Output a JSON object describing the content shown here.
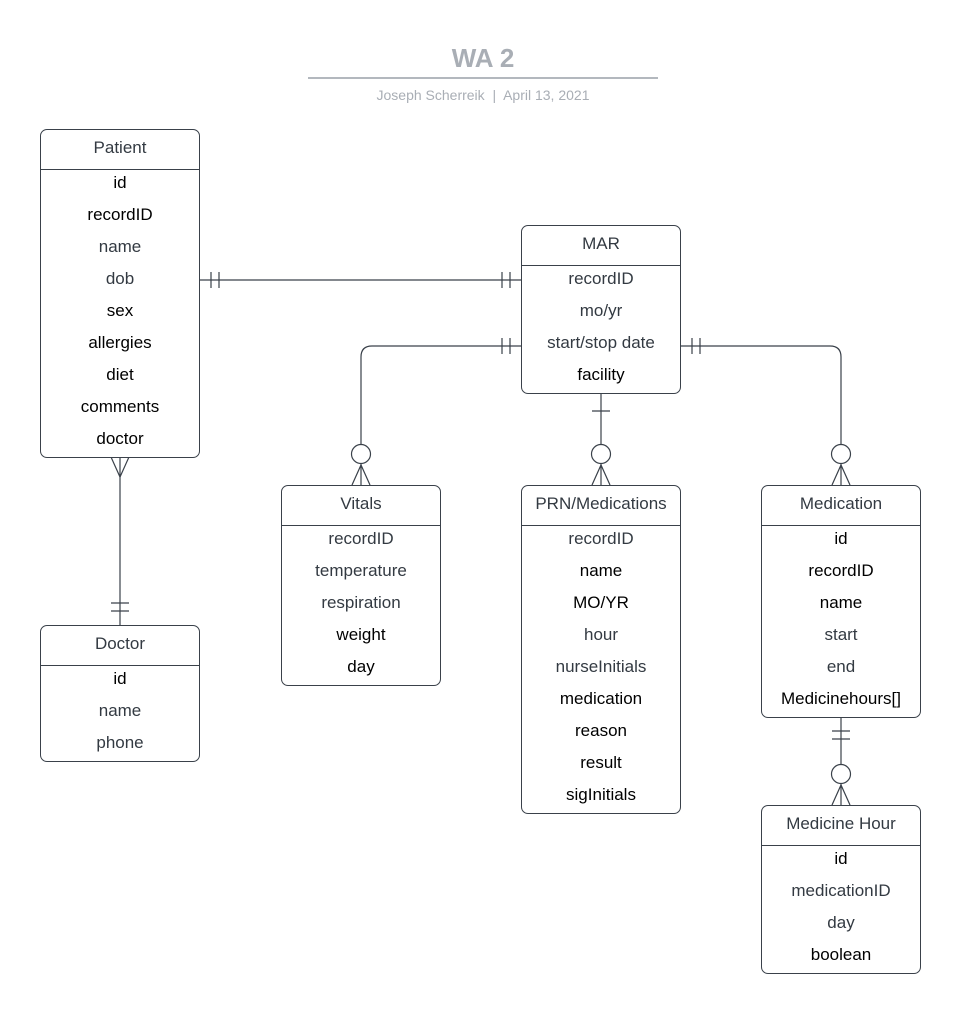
{
  "header": {
    "title": "WA 2",
    "subtitle": "Joseph Scherreik  |  April 13, 2021"
  },
  "entities": {
    "patient": {
      "name": "Patient",
      "fields": [
        "id",
        "recordID",
        "name",
        "dob",
        "sex",
        "allergies",
        "diet",
        "comments",
        "doctor"
      ]
    },
    "doctor": {
      "name": "Doctor",
      "fields": [
        "id",
        "name",
        "phone"
      ]
    },
    "mar": {
      "name": "MAR",
      "fields": [
        "recordID",
        "mo/yr",
        "start/stop date",
        "facility"
      ]
    },
    "vitals": {
      "name": "Vitals",
      "fields": [
        "recordID",
        "temperature",
        "respiration",
        "weight",
        "day"
      ]
    },
    "prn": {
      "name": "PRN/Medications",
      "fields": [
        "recordID",
        "name",
        "MO/YR",
        "hour",
        "nurseInitials",
        "medication",
        "reason",
        "result",
        "sigInitials"
      ]
    },
    "medication": {
      "name": "Medication",
      "fields": [
        "id",
        "recordID",
        "name",
        "start",
        "end",
        "Medicinehours[]"
      ]
    },
    "medicine_hour": {
      "name": "Medicine Hour",
      "fields": [
        "id",
        "medicationID",
        "day",
        "boolean"
      ]
    }
  },
  "relationships": [
    {
      "from": "Patient",
      "to": "MAR",
      "from_cardinality": "one-and-only-one",
      "to_cardinality": "one-and-only-one"
    },
    {
      "from": "Patient",
      "to": "Doctor",
      "from_cardinality": "many",
      "to_cardinality": "one-and-only-one"
    },
    {
      "from": "MAR",
      "to": "Vitals",
      "from_cardinality": "one-and-only-one",
      "to_cardinality": "zero-or-many"
    },
    {
      "from": "MAR",
      "to": "PRN/Medications",
      "from_cardinality": "one",
      "to_cardinality": "zero-or-many"
    },
    {
      "from": "MAR",
      "to": "Medication",
      "from_cardinality": "one-and-only-one",
      "to_cardinality": "zero-or-many"
    },
    {
      "from": "Medication",
      "to": "Medicine Hour",
      "from_cardinality": "one-and-only-one",
      "to_cardinality": "zero-or-many"
    }
  ],
  "colors": {
    "line": "#3a414a",
    "title": "#a9aeb5",
    "text": "#333a42"
  }
}
